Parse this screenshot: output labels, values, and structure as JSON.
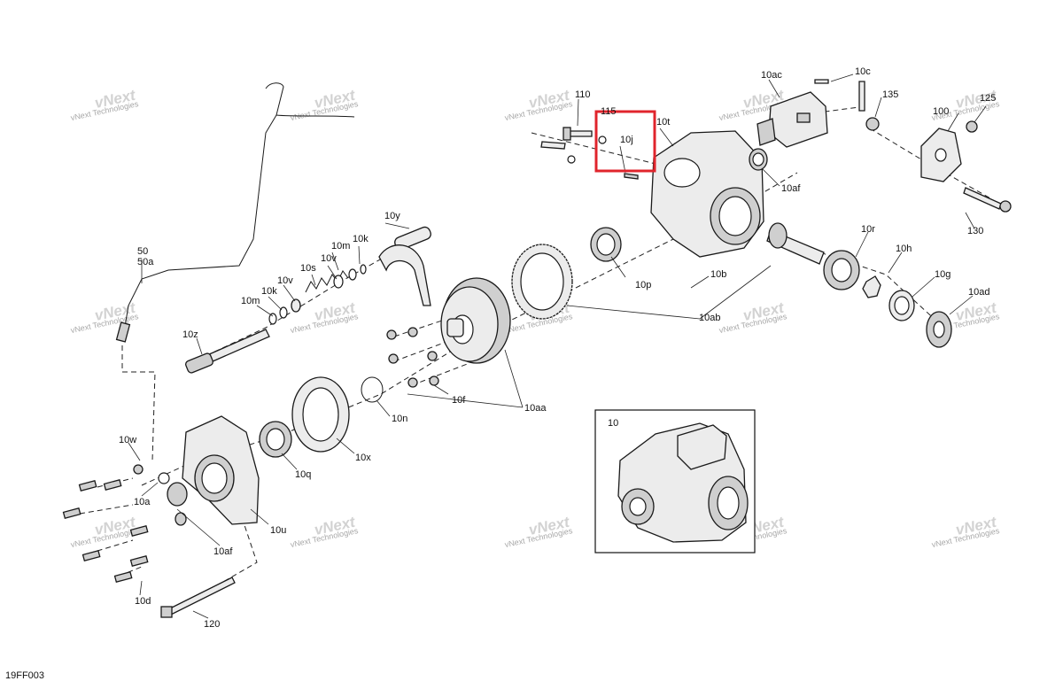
{
  "figure_code": "19FF003",
  "watermark": {
    "text": "vNext Technologies",
    "logo": "vNext"
  },
  "highlight_color": "#e0242c",
  "labels": {
    "l110": "110",
    "l115": "115",
    "l10j": "10j",
    "l10t": "10t",
    "l10ac": "10ac",
    "l10c": "10c",
    "l135": "135",
    "l100": "100",
    "l125": "125",
    "l10af_top": "10af",
    "l130": "130",
    "l10y": "10y",
    "l10k_a": "10k",
    "l10m_a": "10m",
    "l10v_a": "10v",
    "l10s": "10s",
    "l10k_b": "10k",
    "l10m_b": "10m",
    "l10v_b": "10v",
    "l50": "50",
    "l50a": "50a",
    "l10z": "10z",
    "l10r": "10r",
    "l10h": "10h",
    "l10g": "10g",
    "l10ad": "10ad",
    "l10p": "10p",
    "l10b": "10b",
    "l10ab": "10ab",
    "l10f": "10f",
    "l10aa": "10aa",
    "l10n": "10n",
    "l10x": "10x",
    "l10q": "10q",
    "l10w": "10w",
    "l10a": "10a",
    "l10u": "10u",
    "l10af_bottom": "10af",
    "l10d": "10d",
    "l120": "120",
    "l10": "10"
  }
}
